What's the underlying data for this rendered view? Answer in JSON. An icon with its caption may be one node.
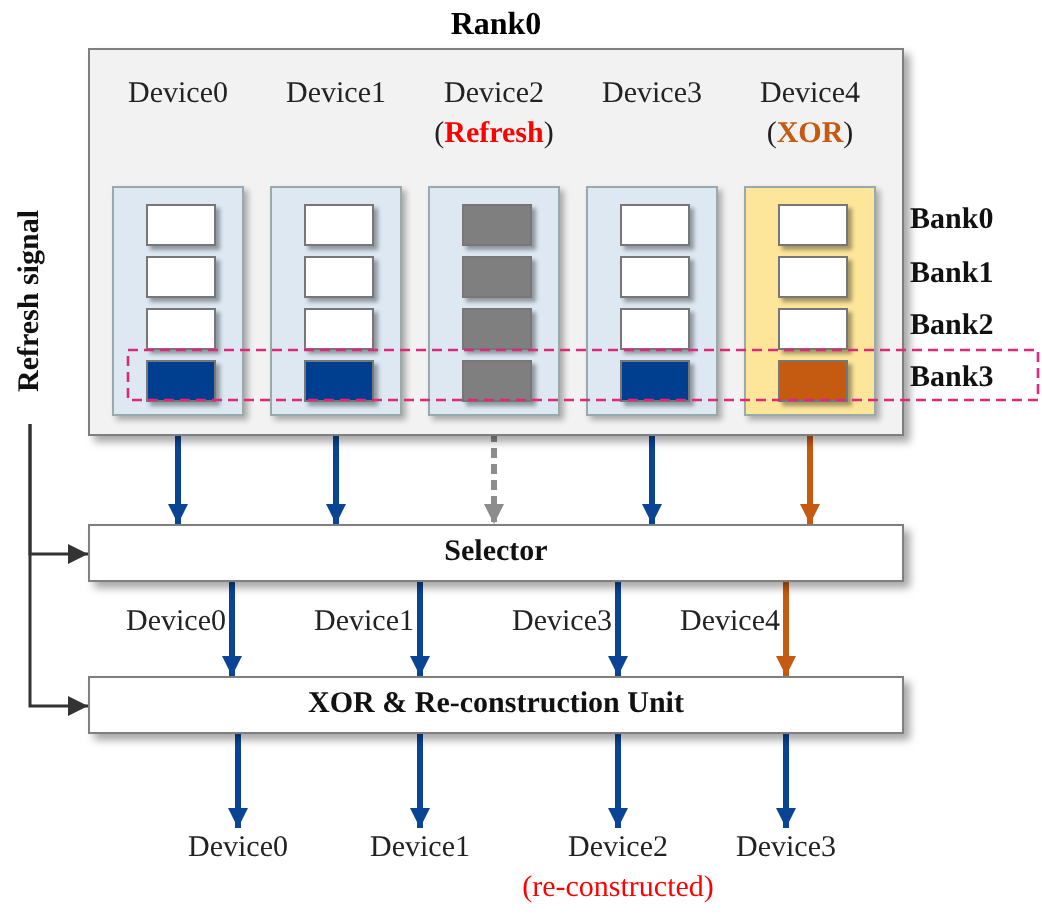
{
  "diagram": {
    "nodes": [
      {
        "text": [
          "Rank0"
        ]
      },
      {
        "text": [
          "Device0"
        ],
        "in": 0
      },
      {
        "text": [
          "Device1"
        ],
        "in": 0
      },
      {
        "text": [
          "Device2",
          "(**Refresh**)"
        ],
        "in": 0
      },
      {
        "text": [
          "Device3"
        ],
        "in": 0
      },
      {
        "text": [
          "Device4",
          "(**XOR**)"
        ],
        "in": 0
      },
      {
        "text": [
          "Selector"
        ]
      },
      {
        "text": [
          "XOR & Re-construction Unit"
        ]
      },
      {
        "text": [
          "Device0"
        ]
      },
      {
        "text": [
          "Device1"
        ]
      },
      {
        "text": [
          "Device2",
          "(re-constructed)"
        ]
      },
      {
        "text": [
          "Device3"
        ]
      },
      {
        "text": [
          "Refresh signal"
        ]
      }
    ],
    "edges": [
      {
        "from": 1,
        "to": 6,
        "arrow": "to"
      },
      {
        "from": 2,
        "to": 6,
        "arrow": "to"
      },
      {
        "from": 3,
        "to": 6,
        "arrow": "to",
        "style": "dashed",
        "color": "#8c8c8c"
      },
      {
        "from": 4,
        "to": 6,
        "arrow": "to"
      },
      {
        "from": 5,
        "to": 6,
        "arrow": "to",
        "color": "#c55a11"
      },
      {
        "from": 6,
        "to": 7,
        "arrow": "to",
        "label": "Device0"
      },
      {
        "from": 6,
        "to": 7,
        "arrow": "to",
        "label": "Device1"
      },
      {
        "from": 6,
        "to": 7,
        "arrow": "to",
        "label": "Device3"
      },
      {
        "from": 6,
        "to": 7,
        "arrow": "to",
        "label": "Device4",
        "color": "#c55a11"
      },
      {
        "from": 7,
        "to": 8,
        "arrow": "to"
      },
      {
        "from": 7,
        "to": 9,
        "arrow": "to"
      },
      {
        "from": 7,
        "to": 10,
        "arrow": "to"
      },
      {
        "from": 7,
        "to": 11,
        "arrow": "to"
      },
      {
        "from": 12,
        "to": 6,
        "arrow": "to",
        "color": "#333333"
      },
      {
        "from": 12,
        "to": 7,
        "arrow": "to",
        "color": "#333333"
      }
    ],
    "labels": [
      "Bank0",
      "Bank1",
      "Bank2",
      "Bank3"
    ]
  }
}
